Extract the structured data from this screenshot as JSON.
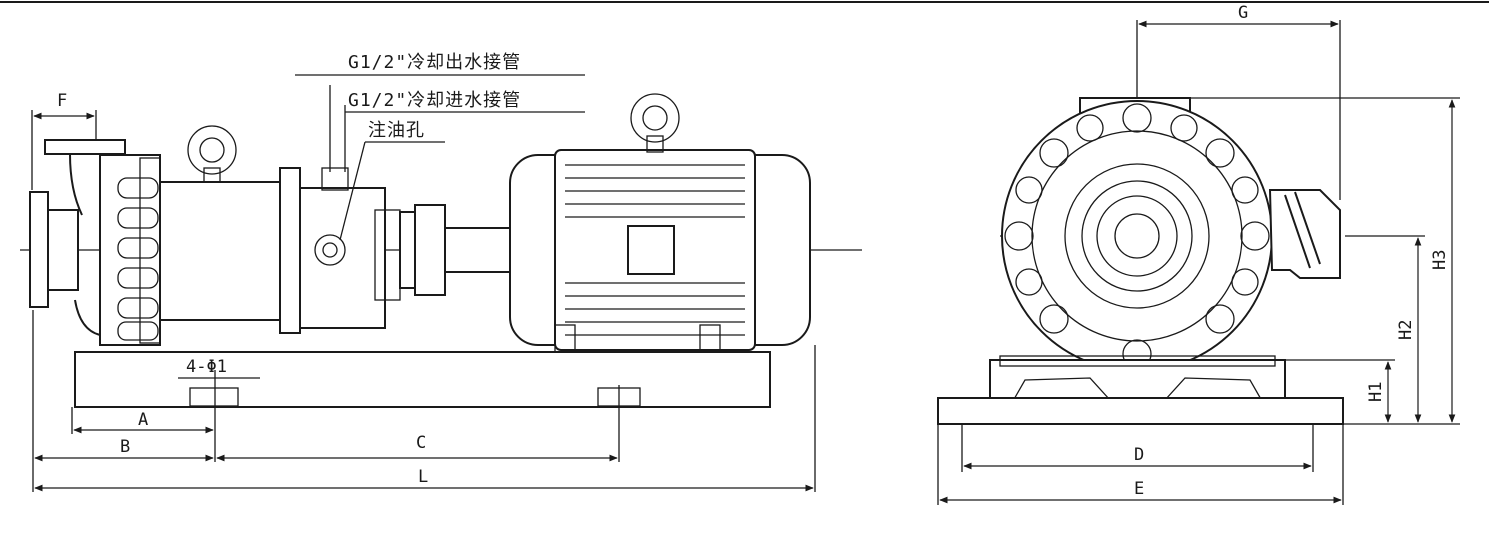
{
  "side_view": {
    "notes": {
      "cooling_outlet": "G1/2\"冷却出水接管",
      "cooling_inlet": "G1/2\"冷却进水接管",
      "oil_hole": "注油孔"
    },
    "bolt_callout": "4-Φ1",
    "dims": {
      "F": "F",
      "A": "A",
      "B": "B",
      "C": "C",
      "L": "L"
    }
  },
  "front_view": {
    "dims": {
      "G": "G",
      "D": "D",
      "E": "E",
      "H1": "H1",
      "H2": "H2",
      "H3": "H3"
    }
  }
}
